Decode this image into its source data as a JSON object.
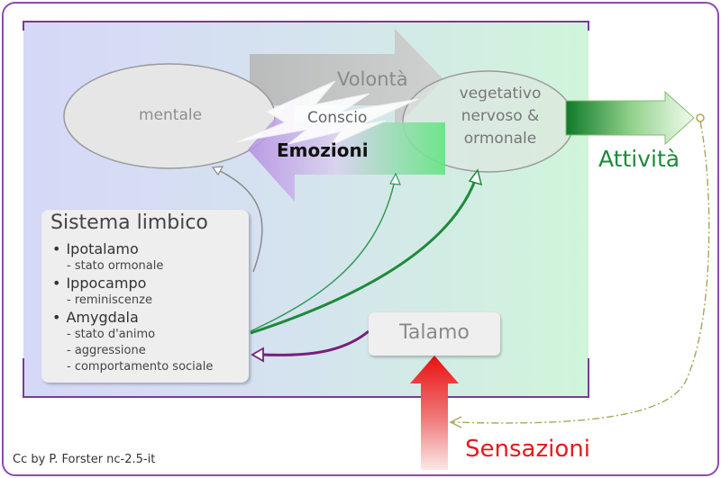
{
  "colors": {
    "frame_purple": "#7a3b9a",
    "arrow_green": "#1e8a3a",
    "arrow_purple": "#7a1f7a",
    "sensation_red": "#e31b1b",
    "dashed_olive": "#aaa55a",
    "emotion_violet": "#b494e0",
    "emotion_green": "#5ce37a"
  },
  "labels": {
    "mentale": "mentale",
    "vegetativo": [
      "vegetativo",
      "nervoso &",
      "ormonale"
    ],
    "volonta": "Volontà",
    "conscio": "Conscio",
    "emozioni": "Emozioni",
    "attivita": "Attività",
    "sensazioni": "Sensazioni",
    "credit": "Cc by P. Forster nc-2.5-it"
  },
  "limbic": {
    "title": "Sistema limbico",
    "items": [
      {
        "name": "Ipotalamo",
        "subs": [
          "stato ormonale"
        ]
      },
      {
        "name": "Ippocampo",
        "subs": [
          "reminiscenze"
        ]
      },
      {
        "name": "Amygdala",
        "subs": [
          "stato d'animo",
          "aggressione",
          "comportamento sociale"
        ]
      }
    ]
  },
  "talamo": {
    "label": "Talamo"
  },
  "icons": {
    "lightning": "lightning-bolt-icon",
    "connector_dot": "circle-dot-icon"
  }
}
